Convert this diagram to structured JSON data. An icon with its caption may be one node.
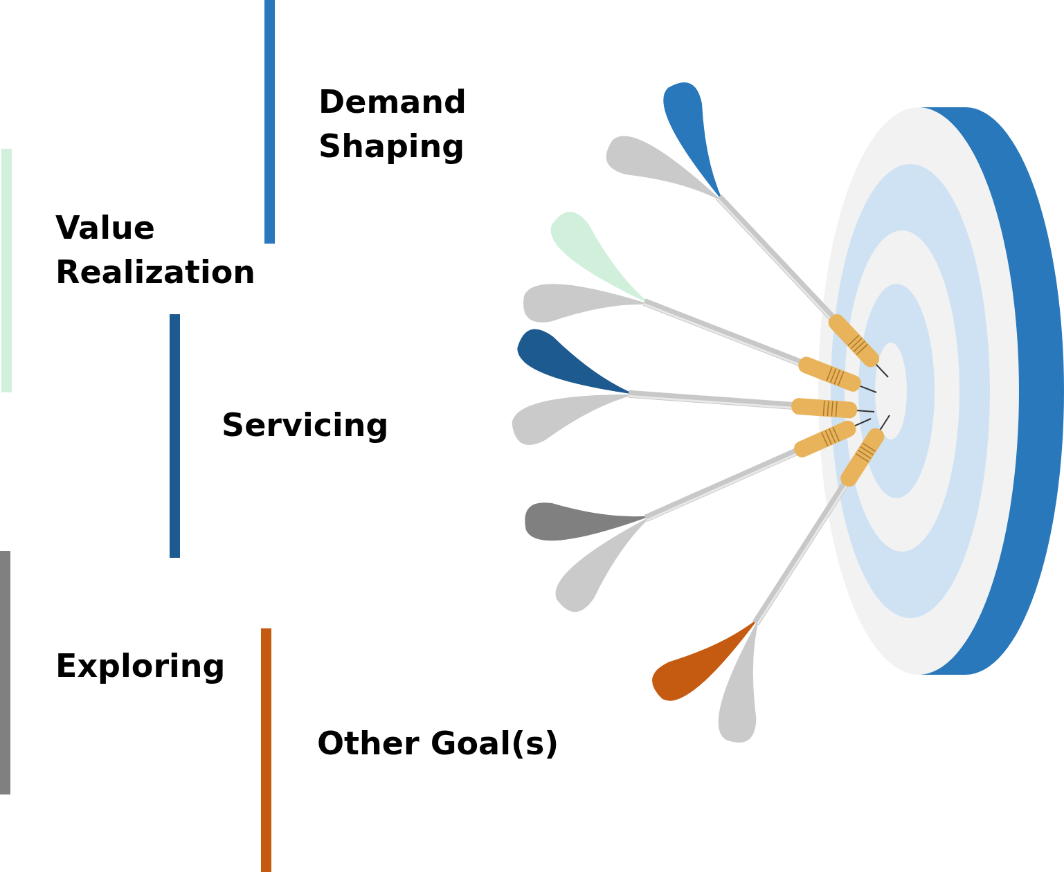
{
  "diagram": {
    "legend": [
      {
        "text": "Demand Shaping",
        "color": "#2878bb"
      },
      {
        "text": "Value Realization",
        "color": "#d0f0dc"
      },
      {
        "text": "Servicing",
        "color": "#1d5a8f"
      },
      {
        "text": "Exploring",
        "color": "#808080"
      },
      {
        "text": "Other Goal(s)",
        "color": "#c55a11"
      }
    ]
  }
}
